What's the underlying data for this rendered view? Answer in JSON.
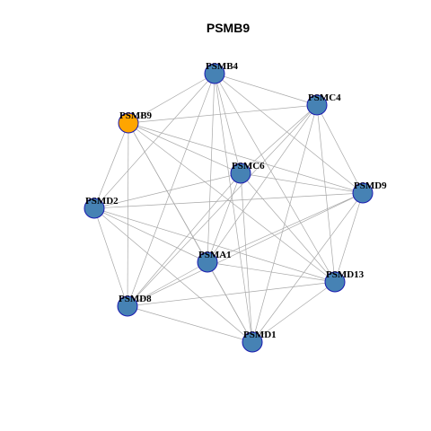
{
  "title": "PSMB9",
  "colors": {
    "query_node": "#FFA500",
    "node": "#4682B4",
    "node_border": "#1A1AB0",
    "edge": "#A8A8A8"
  },
  "nodes": [
    {
      "id": "PSMB4",
      "label": "PSMB4",
      "query": false
    },
    {
      "id": "PSMC4",
      "label": "PSMC4",
      "query": false
    },
    {
      "id": "PSMB9",
      "label": "PSMB9",
      "query": true
    },
    {
      "id": "PSMC6",
      "label": "PSMC6",
      "query": false
    },
    {
      "id": "PSMD9",
      "label": "PSMD9",
      "query": false
    },
    {
      "id": "PSMD2",
      "label": "PSMD2",
      "query": false
    },
    {
      "id": "PSMA1",
      "label": "PSMA1",
      "query": false
    },
    {
      "id": "PSMD13",
      "label": "PSMD13",
      "query": false
    },
    {
      "id": "PSMD8",
      "label": "PSMD8",
      "query": false
    },
    {
      "id": "PSMD1",
      "label": "PSMD1",
      "query": false
    }
  ],
  "edges": [
    [
      "PSMB4",
      "PSMC4"
    ],
    [
      "PSMB4",
      "PSMB9"
    ],
    [
      "PSMB4",
      "PSMC6"
    ],
    [
      "PSMB4",
      "PSMD9"
    ],
    [
      "PSMB4",
      "PSMD2"
    ],
    [
      "PSMB4",
      "PSMA1"
    ],
    [
      "PSMB4",
      "PSMD13"
    ],
    [
      "PSMB4",
      "PSMD8"
    ],
    [
      "PSMB4",
      "PSMD1"
    ],
    [
      "PSMC4",
      "PSMB9"
    ],
    [
      "PSMC4",
      "PSMC6"
    ],
    [
      "PSMC4",
      "PSMD9"
    ],
    [
      "PSMC4",
      "PSMA1"
    ],
    [
      "PSMC4",
      "PSMD13"
    ],
    [
      "PSMC4",
      "PSMD8"
    ],
    [
      "PSMC4",
      "PSMD1"
    ],
    [
      "PSMB9",
      "PSMC6"
    ],
    [
      "PSMB9",
      "PSMD9"
    ],
    [
      "PSMB9",
      "PSMD2"
    ],
    [
      "PSMB9",
      "PSMA1"
    ],
    [
      "PSMB9",
      "PSMD13"
    ],
    [
      "PSMB9",
      "PSMD8"
    ],
    [
      "PSMB9",
      "PSMD1"
    ],
    [
      "PSMC6",
      "PSMD9"
    ],
    [
      "PSMC6",
      "PSMD2"
    ],
    [
      "PSMC6",
      "PSMA1"
    ],
    [
      "PSMC6",
      "PSMD13"
    ],
    [
      "PSMC6",
      "PSMD8"
    ],
    [
      "PSMC6",
      "PSMD1"
    ],
    [
      "PSMD9",
      "PSMD2"
    ],
    [
      "PSMD9",
      "PSMA1"
    ],
    [
      "PSMD9",
      "PSMD13"
    ],
    [
      "PSMD9",
      "PSMD8"
    ],
    [
      "PSMD9",
      "PSMD1"
    ],
    [
      "PSMD2",
      "PSMA1"
    ],
    [
      "PSMD2",
      "PSMD13"
    ],
    [
      "PSMD2",
      "PSMD8"
    ],
    [
      "PSMD2",
      "PSMD1"
    ],
    [
      "PSMA1",
      "PSMD13"
    ],
    [
      "PSMA1",
      "PSMD8"
    ],
    [
      "PSMA1",
      "PSMD1"
    ],
    [
      "PSMD13",
      "PSMD8"
    ],
    [
      "PSMD13",
      "PSMD1"
    ],
    [
      "PSMD8",
      "PSMD1"
    ]
  ]
}
